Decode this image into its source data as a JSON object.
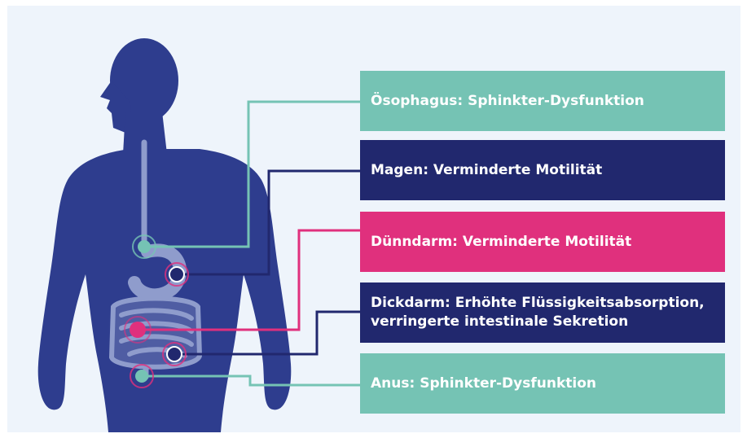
{
  "labels": {
    "esophagus": "Ösophagus: Sphinkter-Dysfunktion",
    "stomach": "Magen: Verminderte Motilität",
    "small_intestine": "Dünndarm: Verminderte Motilität",
    "large_intestine_line1": "Dickdarm: Erhöhte Flüssigkeitsabsorption,",
    "large_intestine_line2": "verringerte intestinale Sekretion",
    "anus": "Anus: Sphinkter-Dysfunktion"
  },
  "colors": {
    "teal": "#75c3b4",
    "navy": "#21286e",
    "pink": "#e0307d",
    "body": "#2e3d8e",
    "organ": "#8f9ccc",
    "background": "#eef4fb"
  },
  "icons": [
    "human-body-silhouette",
    "esophagus-organ",
    "stomach-organ",
    "intestines-organ",
    "target-marker"
  ]
}
